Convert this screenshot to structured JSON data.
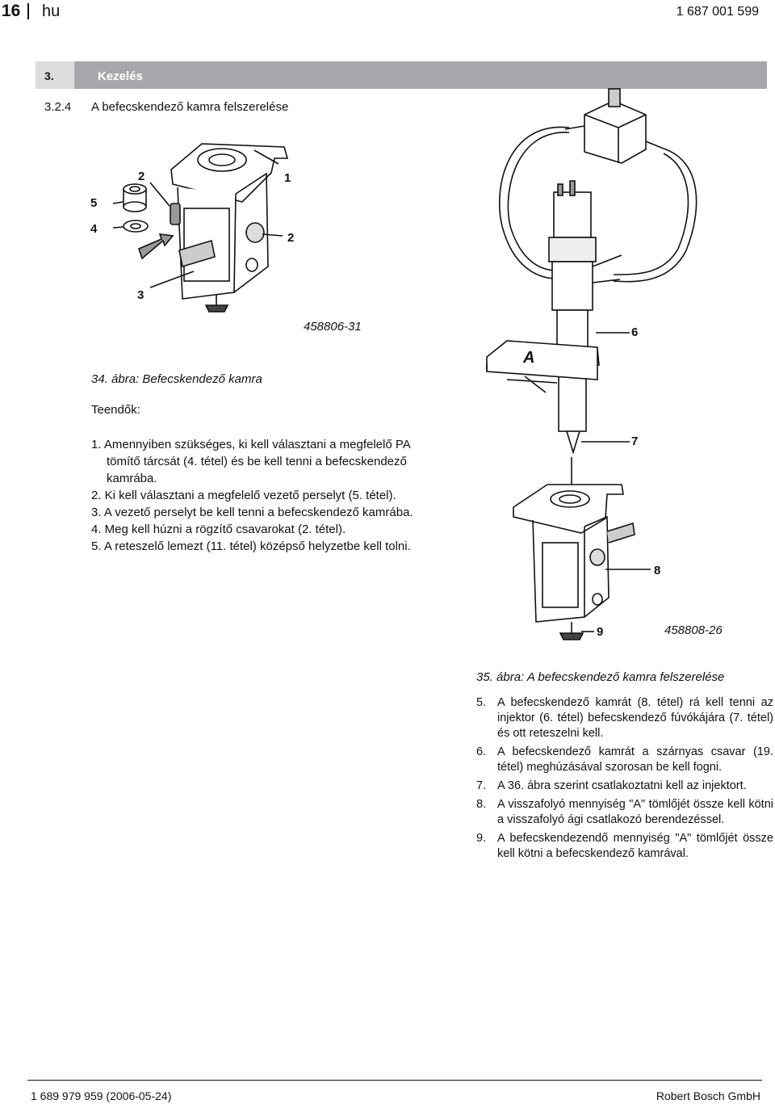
{
  "header": {
    "page_number": "16",
    "language": "hu",
    "doc_number": "1 687 001 599"
  },
  "section": {
    "number": "3.",
    "title": "Kezelés"
  },
  "subsection": {
    "number": "3.2.4",
    "title": "A befecskendező kamra felszerelése"
  },
  "figure34": {
    "callouts": [
      "1",
      "2",
      "2",
      "3",
      "4",
      "5"
    ],
    "id": "458806-31",
    "caption": "34. ábra: Befecskendező kamra"
  },
  "todo_label": "Teendők:",
  "steps": [
    "1. Amennyiben szükséges, ki kell választani a megfelelő PA tömítő tárcsát (4. tétel) és be kell tenni a befecskendező kamrába.",
    "2. Ki kell választani a megfelelő vezető perselyt (5. tétel).",
    "3. A vezető perselyt be kell tenni a befecskendező kamrába.",
    "4. Meg kell húzni a rögzítő csavarokat (2. tétel).",
    "5. A reteszelő lemezt (11. tétel) középső helyzetbe kell tolni."
  ],
  "figure35": {
    "callouts": [
      "A",
      "6",
      "7",
      "8",
      "9"
    ],
    "id": "458808-26",
    "caption": "35. ábra: A befecskendező kamra felszerelése"
  },
  "steps2": [
    {
      "num": "5.",
      "text": "A befecskendező kamrát (8. tétel) rá kell tenni az injektor (6. tétel) befecskendező fúvókájára (7. tétel) és ott reteszelni kell."
    },
    {
      "num": "6.",
      "text": "A befecskendező kamrát a szárnyas csavar (19. tétel) meghúzásával szorosan be kell fogni."
    },
    {
      "num": "7.",
      "text": "A 36. ábra szerint csatlakoztatni kell az injektort."
    },
    {
      "num": "8.",
      "text": "A visszafolyó mennyiség \"A\" tömlőjét össze kell kötni a visszafolyó ági csatlakozó berendezéssel."
    },
    {
      "num": "9.",
      "text": "A befecskendezendő mennyiség \"A\" tömlőjét össze kell kötni a befecskendező kamrával."
    }
  ],
  "footer": {
    "left": "1 689 979 959 (2006-05-24)",
    "right": "Robert Bosch GmbH"
  }
}
